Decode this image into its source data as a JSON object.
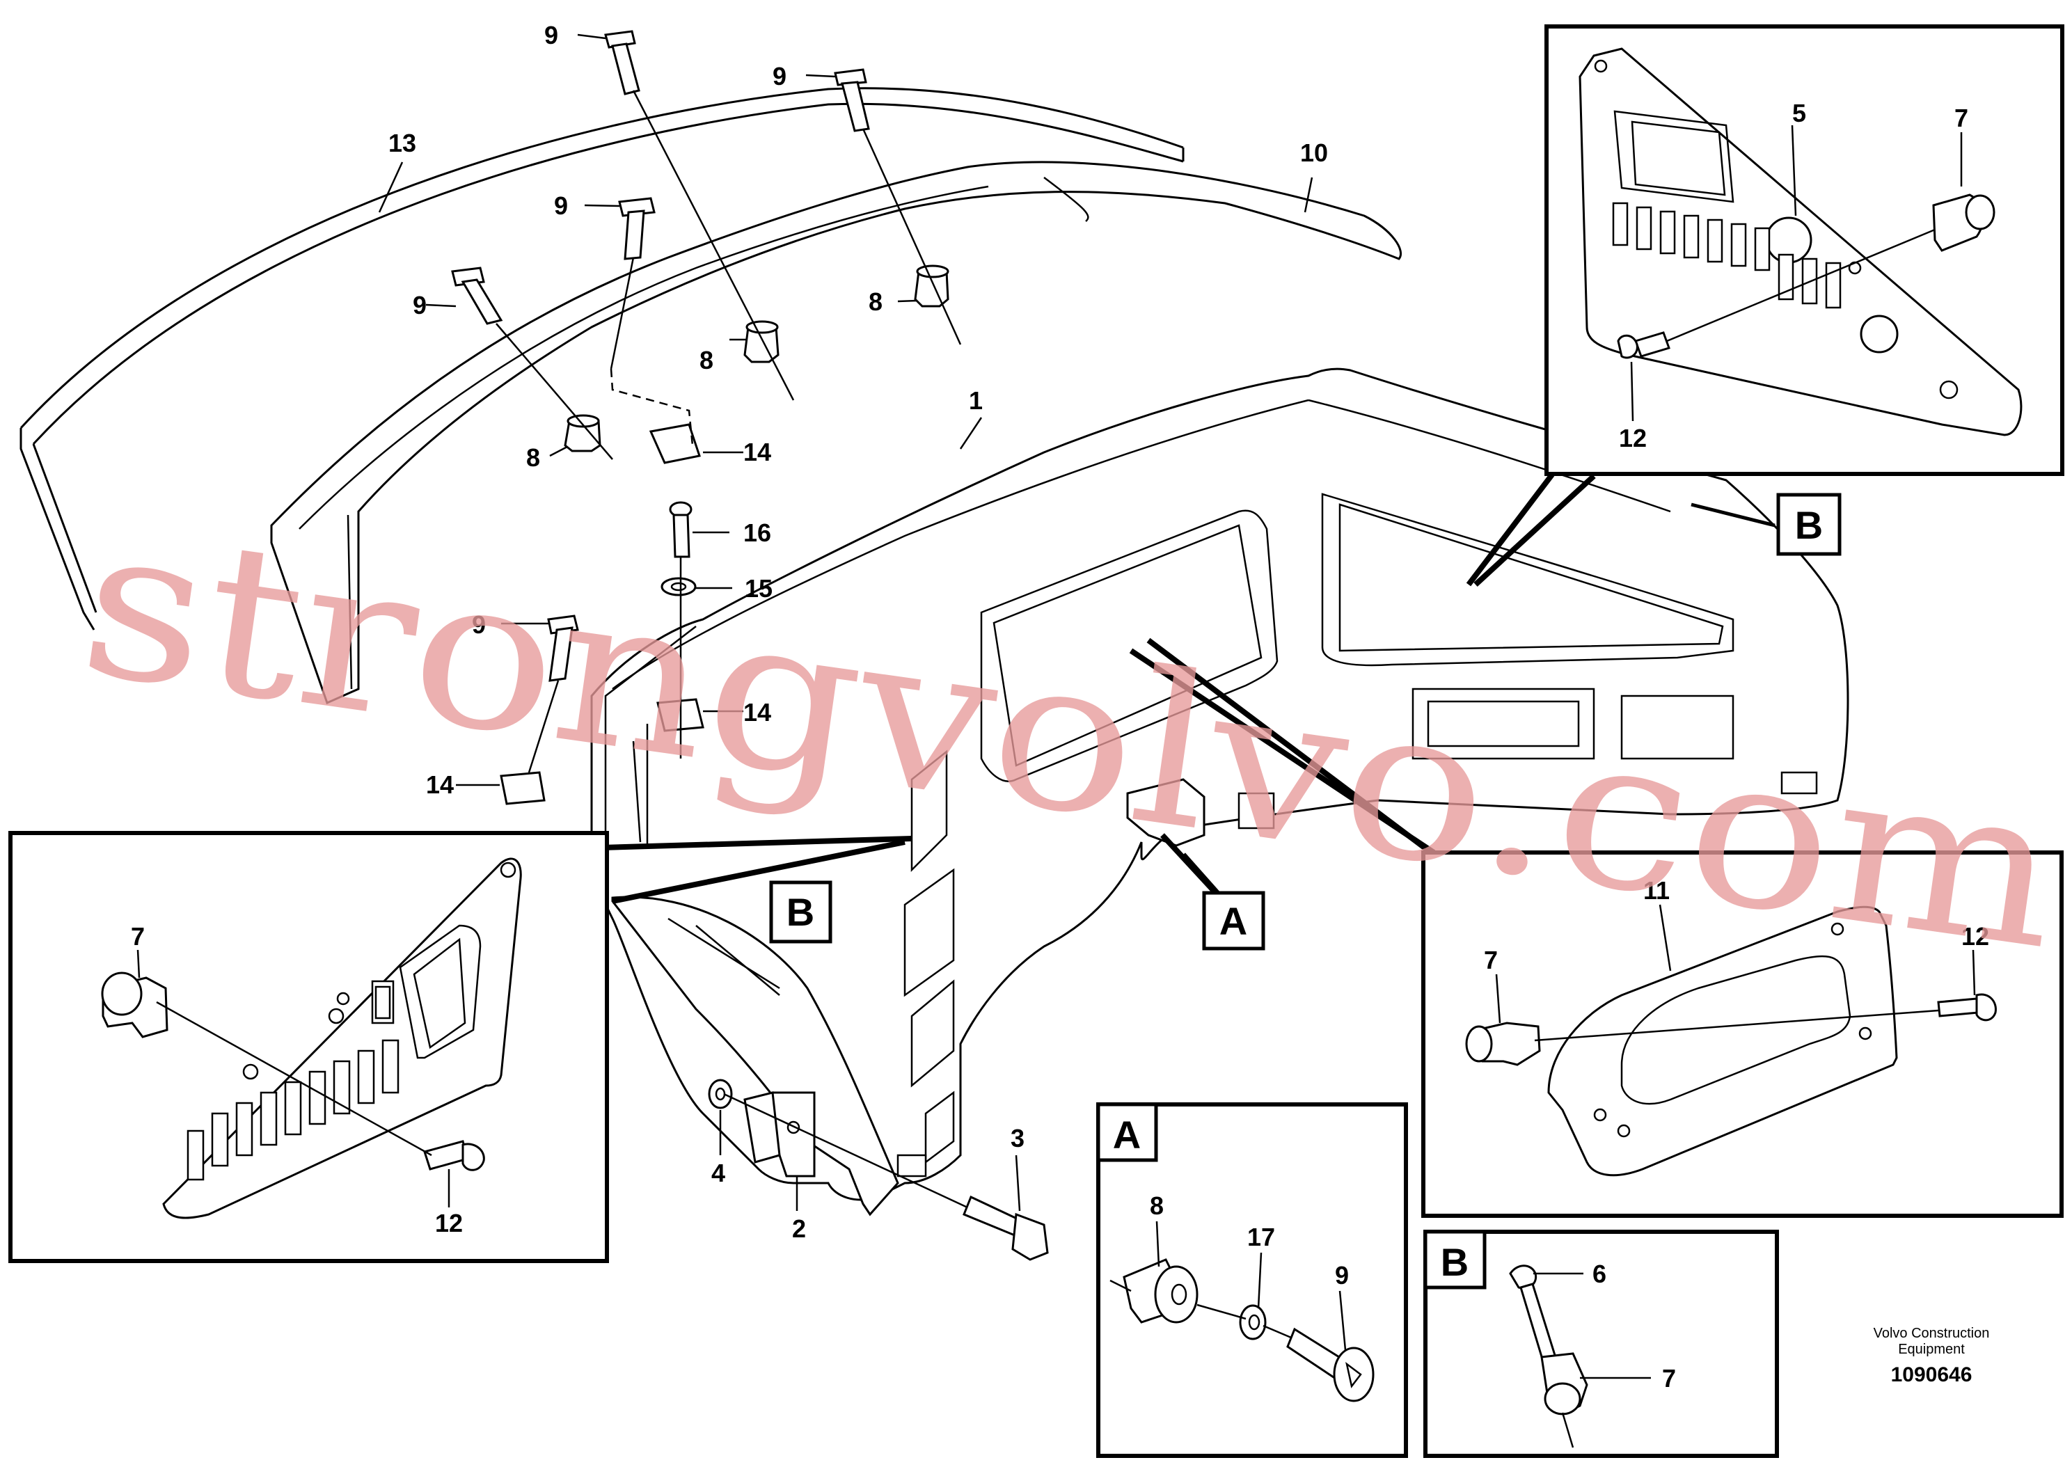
{
  "watermark": "strongvolvo.com",
  "caption": {
    "line1": "Volvo Construction",
    "line2": "Equipment",
    "doc_number": "1090646"
  },
  "detail_views": {
    "left_panel_letter": "B",
    "right_panel_letter": "B",
    "side_panel_letter": "A",
    "inset_a_letter": "A",
    "inset_b_letter": "B"
  },
  "callouts": {
    "top_bolt_a": "9",
    "top_bolt_b": "9",
    "bolt_left_c": "9",
    "bolt_left_d": "9",
    "bolt_lower_e": "9",
    "weatherstrip": "13",
    "moulding": "10",
    "grommet_f": "8",
    "grommet_g": "8",
    "grommet_h": "8",
    "clip_upper": "14",
    "clip_mid": "14",
    "clip_lower": "14",
    "screw_16": "16",
    "washer_15": "15",
    "dashboard": "1",
    "bracket": "2",
    "bolt_3": "3",
    "washer_4": "4",
    "panel_5": "5",
    "hinge_right_top": "7",
    "screw_right_top": "12",
    "hinge_left": "7",
    "screw_left": "12",
    "panel_11": "11",
    "hinge_side": "7",
    "screw_side": "12",
    "inset_a_grommet": "8",
    "inset_a_washer": "17",
    "inset_a_bolt": "9",
    "inset_b_screw": "6",
    "inset_b_hinge": "7"
  }
}
